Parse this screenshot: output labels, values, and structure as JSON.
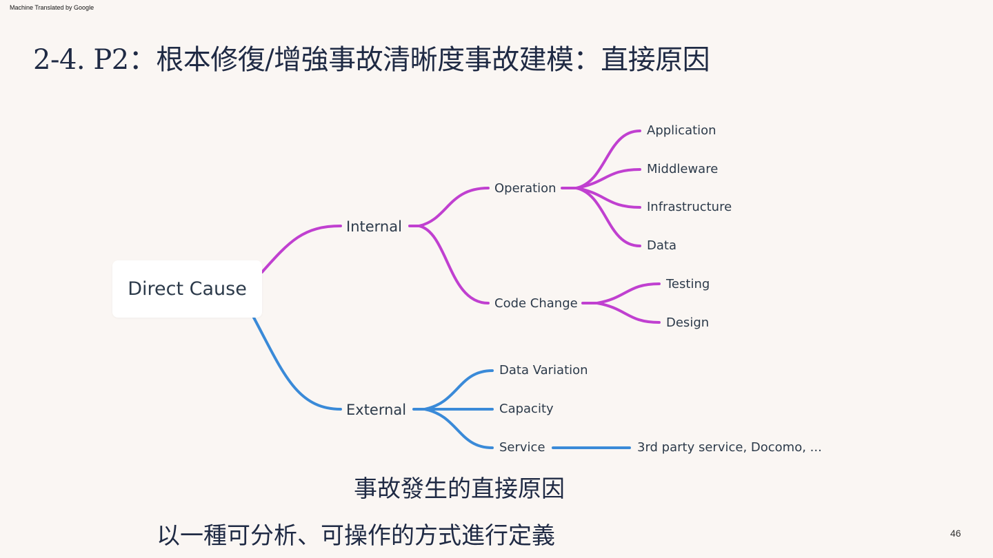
{
  "header": {
    "machine_translated_label": "Machine Translated by Google"
  },
  "slide": {
    "title": "2-4. P2：根本修復/增強事故清晰度事故建模：直接原因",
    "caption_line1": "事故發生的直接原因",
    "caption_line2": "以一種可分析、可操作的方式進行定義",
    "page_number": "46"
  },
  "mindmap": {
    "root": "Direct Cause",
    "colors": {
      "internal_branch": "#c040d0",
      "external_branch": "#3a8ad8",
      "root_box": "#ffffff",
      "text": "#2c3a4a"
    },
    "internal": {
      "label": "Internal",
      "operation": {
        "label": "Operation",
        "children": [
          "Application",
          "Middleware",
          "Infrastructure",
          "Data"
        ]
      },
      "code_change": {
        "label": "Code Change",
        "children": [
          "Testing",
          "Design"
        ]
      }
    },
    "external": {
      "label": "External",
      "children": [
        "Data Variation",
        "Capacity",
        "Service"
      ],
      "service_detail": "3rd party service, Docomo, ..."
    }
  }
}
